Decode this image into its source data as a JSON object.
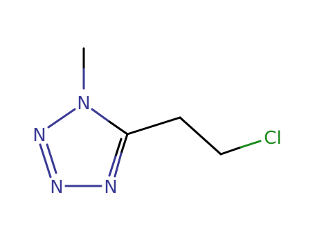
{
  "molecule": {
    "atoms": {
      "n1": "N",
      "n2": "N",
      "n3": "N",
      "n4": "N",
      "cl": "Cl"
    },
    "colors": {
      "bond": "#000000",
      "nitrogen": "#3a3a96",
      "chlorine": "#1a8a1a",
      "background": "#ffffff"
    }
  }
}
